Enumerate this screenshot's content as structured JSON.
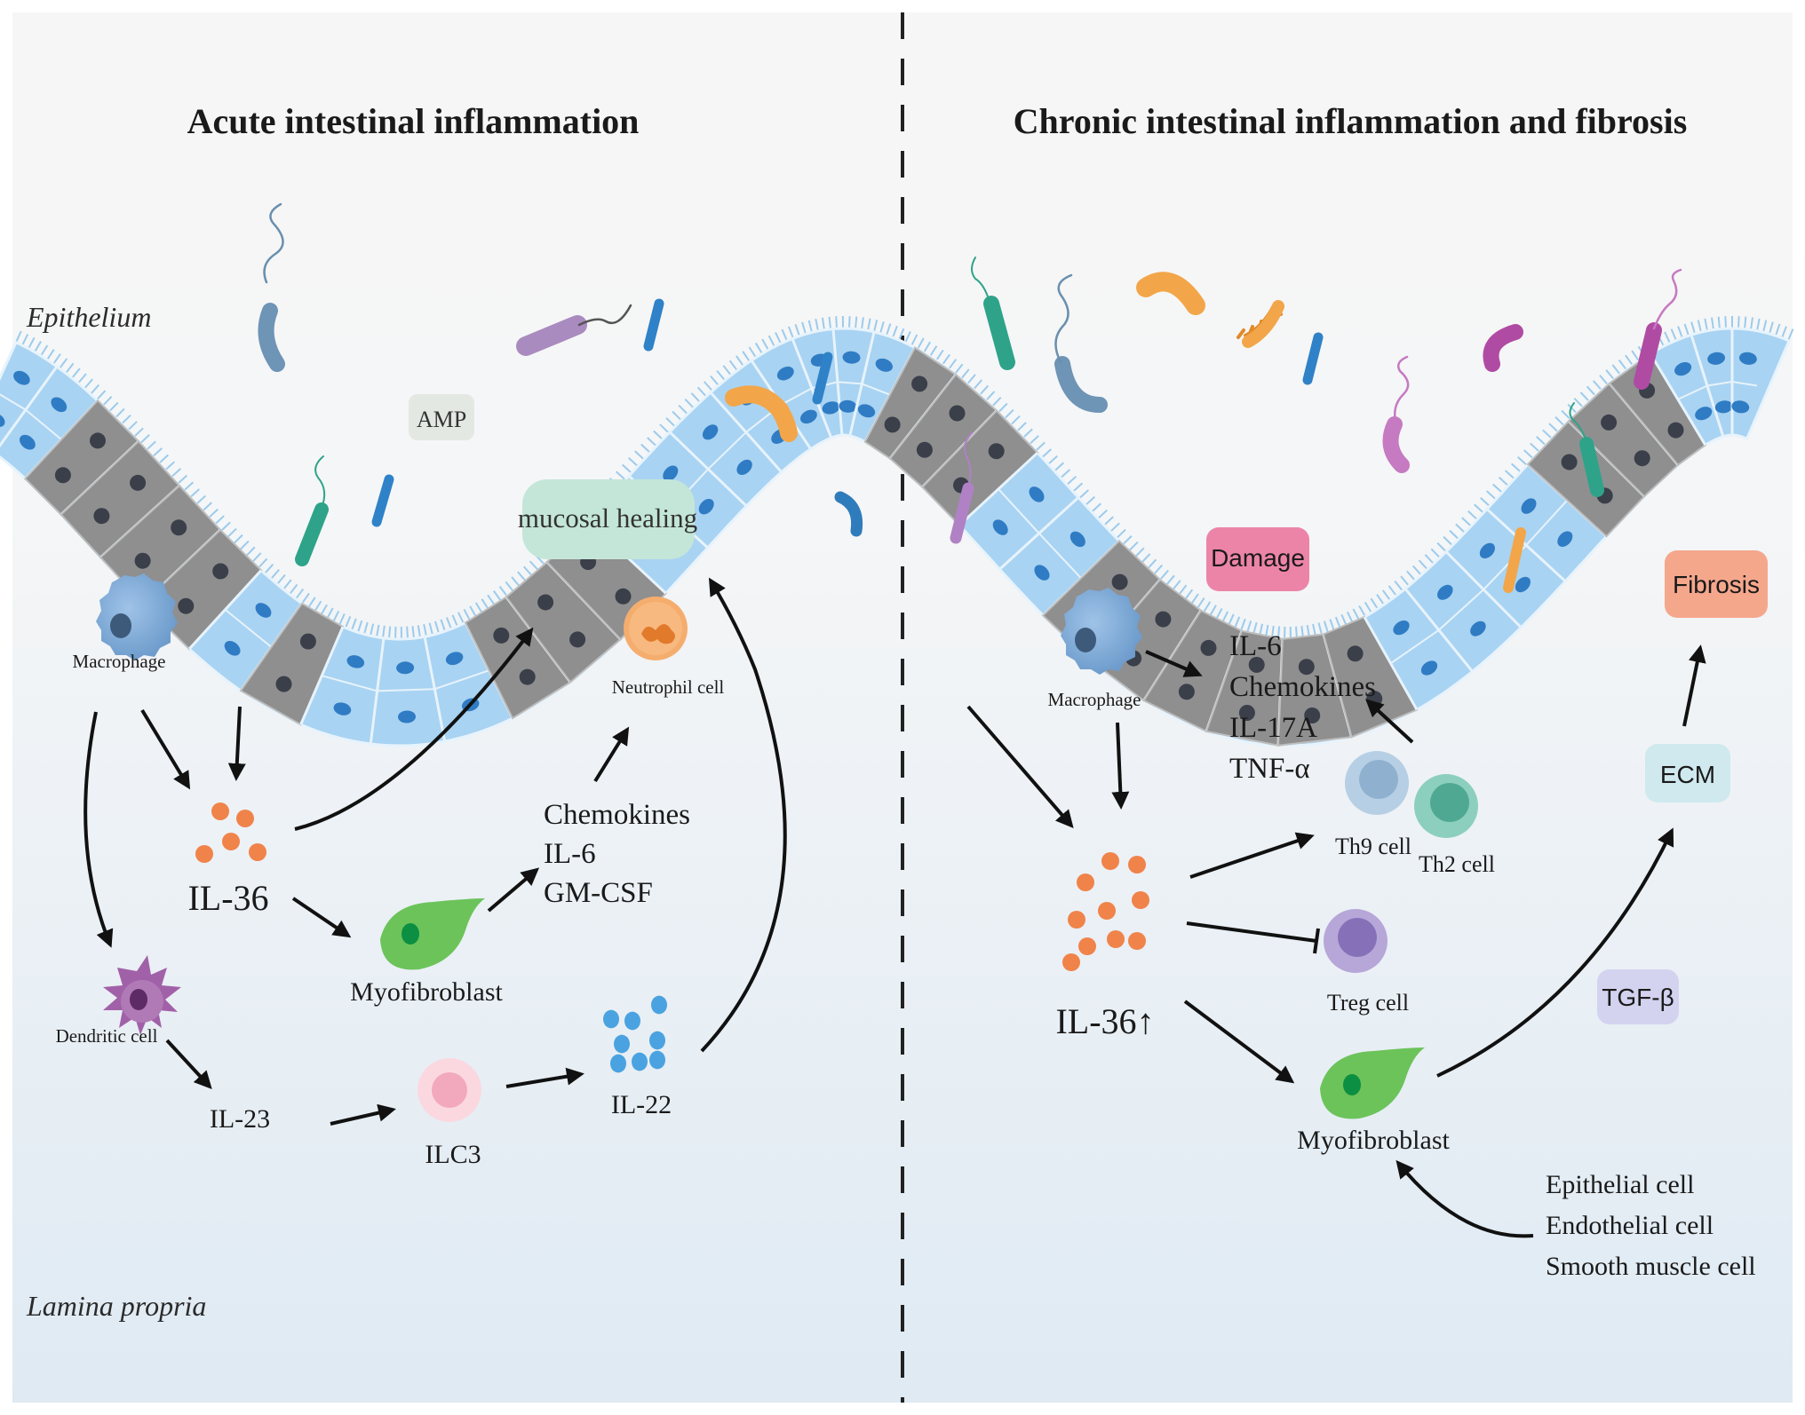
{
  "titles": {
    "left": "Acute intestinal inflammation",
    "right": "Chronic intestinal inflammation and fibrosis"
  },
  "regions": {
    "epithelium": "Epithelium",
    "lamina_propria": "Lamina propria"
  },
  "left": {
    "amp": "AMP",
    "mucosal_healing": "mucosal healing",
    "macrophage": "Macrophage",
    "neutrophil": "Neutrophil cell",
    "il36": "IL-36",
    "chemokines": "Chemokines",
    "il6": "IL-6",
    "gmcsf": "GM-CSF",
    "myofibroblast": "Myofibroblast",
    "dendritic": "Dendritic cell",
    "il23": "IL-23",
    "ilc3": "ILC3",
    "il22": "IL-22"
  },
  "right": {
    "damage": "Damage",
    "fibrosis": "Fibrosis",
    "macrophage": "Macrophage",
    "cytokines": [
      "IL-6",
      "Chemokines",
      "IL-17A",
      "TNF-α"
    ],
    "th9": "Th9 cell",
    "th2": "Th2 cell",
    "treg": "Treg cell",
    "il36up": "IL-36↑",
    "ecm": "ECM",
    "tgfb": "TGF-β",
    "myofibroblast": "Myofibroblast",
    "sources": [
      "Epithelial cell",
      "Endothelial cell",
      "Smooth muscle cell"
    ]
  },
  "colors": {
    "epithelial_cell": "#a9d3f2",
    "epithelial_nucleus": "#2f7cc4",
    "damaged_cell": "#8f8f8f",
    "il36_dot": "#f0834a",
    "il22_dot": "#4aa3e0",
    "myofibroblast": "#6cc35a",
    "damage_box": "#ec84a8",
    "fibrosis_box": "#f5a78c",
    "healing_box": "#c4e6d8",
    "ecm_box": "#cfe9ee",
    "tgfb_box": "#d3d3ef",
    "amp_box": "#e3e8e3"
  }
}
